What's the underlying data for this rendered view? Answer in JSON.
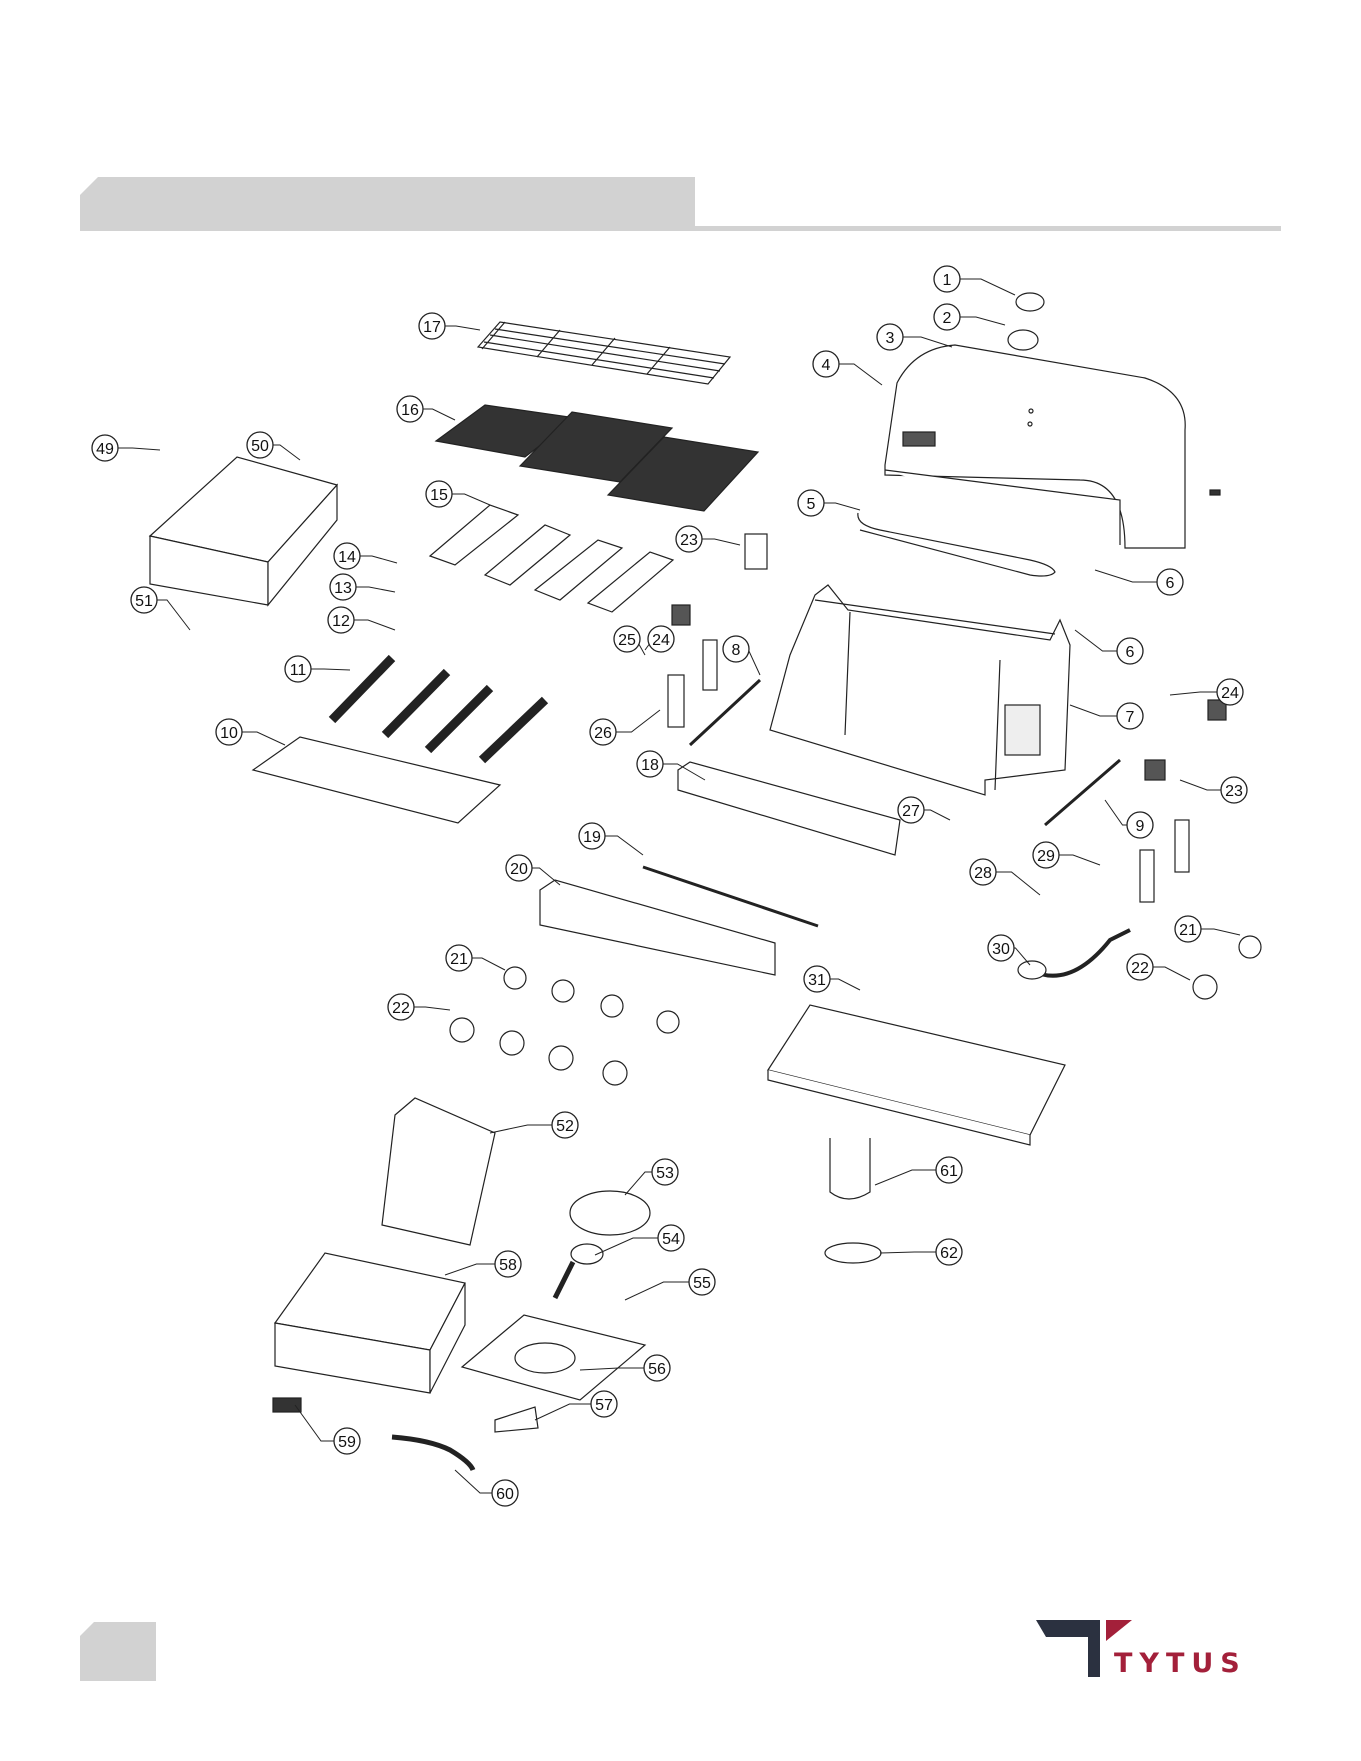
{
  "brand": {
    "name": "TYTUS",
    "colors": {
      "mark_dark": "#2b3140",
      "mark_red": "#a3203a",
      "header_gray": "#d2d2d2"
    }
  },
  "callouts": [
    {
      "num": "1"
    },
    {
      "num": "2"
    },
    {
      "num": "3"
    },
    {
      "num": "4"
    },
    {
      "num": "5"
    },
    {
      "num": "6"
    },
    {
      "num": "6"
    },
    {
      "num": "7"
    },
    {
      "num": "8"
    },
    {
      "num": "9"
    },
    {
      "num": "10"
    },
    {
      "num": "11"
    },
    {
      "num": "12"
    },
    {
      "num": "13"
    },
    {
      "num": "14"
    },
    {
      "num": "15"
    },
    {
      "num": "16"
    },
    {
      "num": "17"
    },
    {
      "num": "18"
    },
    {
      "num": "19"
    },
    {
      "num": "20"
    },
    {
      "num": "21"
    },
    {
      "num": "21"
    },
    {
      "num": "22"
    },
    {
      "num": "22"
    },
    {
      "num": "23"
    },
    {
      "num": "23"
    },
    {
      "num": "24"
    },
    {
      "num": "24"
    },
    {
      "num": "25"
    },
    {
      "num": "26"
    },
    {
      "num": "27"
    },
    {
      "num": "28"
    },
    {
      "num": "29"
    },
    {
      "num": "30"
    },
    {
      "num": "31"
    },
    {
      "num": "49"
    },
    {
      "num": "50"
    },
    {
      "num": "51"
    },
    {
      "num": "52"
    },
    {
      "num": "53"
    },
    {
      "num": "54"
    },
    {
      "num": "55"
    },
    {
      "num": "56"
    },
    {
      "num": "57"
    },
    {
      "num": "58"
    },
    {
      "num": "59"
    },
    {
      "num": "60"
    },
    {
      "num": "61"
    },
    {
      "num": "62"
    }
  ]
}
